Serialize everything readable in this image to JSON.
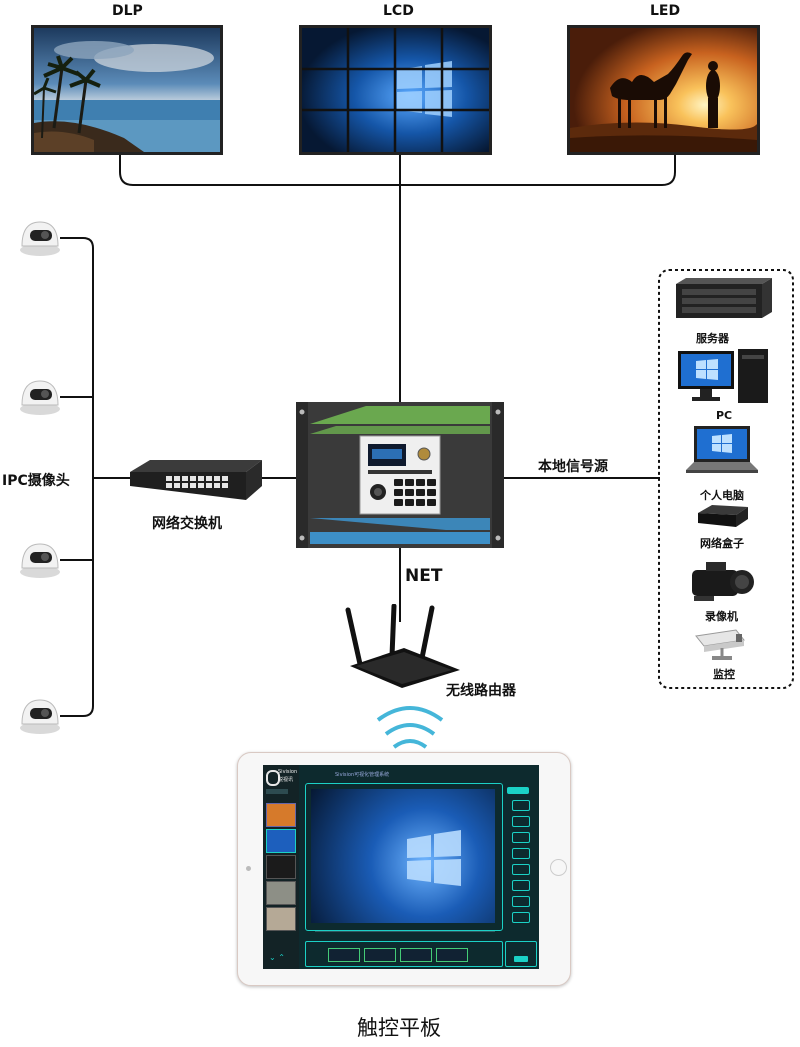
{
  "displays": [
    {
      "label": "DLP"
    },
    {
      "label": "LCD"
    },
    {
      "label": "LED"
    }
  ],
  "cameras": {
    "label": "IPC摄像头"
  },
  "switch": {
    "label": "网络交换机"
  },
  "local_source": {
    "label": "本地信号源"
  },
  "net": {
    "label": "NET"
  },
  "router": {
    "label": "无线路由器"
  },
  "sources": [
    {
      "label": "服务器",
      "icon": "server-icon"
    },
    {
      "label": "PC",
      "icon": "desktop-pc-icon"
    },
    {
      "label": "个人电脑",
      "icon": "laptop-icon"
    },
    {
      "label": "网络盒子",
      "icon": "network-box-icon"
    },
    {
      "label": "录像机",
      "icon": "camcorder-icon"
    },
    {
      "label": "监控",
      "icon": "cctv-camera-icon"
    }
  ],
  "tablet": {
    "label": "触控平板",
    "brand_logo": "Sivision",
    "brand_sub": "锐视讯",
    "app_title": "Sivision可视化管理系统"
  },
  "colors": {
    "line": "#111111",
    "controller_green": "#6aa84f",
    "controller_blue": "#3d8fc7",
    "windows_blue": "#1565c0",
    "app_accent": "#1bd1c6"
  }
}
